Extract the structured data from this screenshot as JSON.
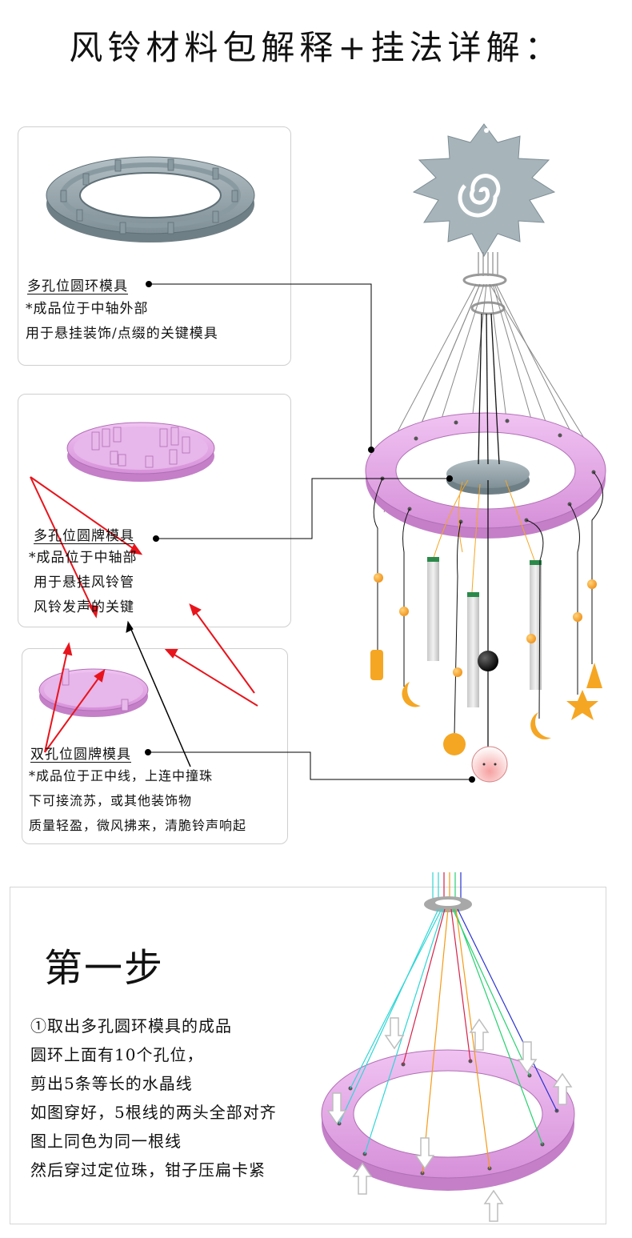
{
  "title": "风铃材料包解释+挂法详解：",
  "parts": [
    {
      "label": "多孔位圆环模具",
      "lines": [
        "*成品位于中轴外部",
        "用于悬挂装饰/点缀的关键模具"
      ]
    },
    {
      "label": "多孔位圆牌模具",
      "lines": [
        "*成品位于中轴部",
        "用于悬挂风铃管",
        "风铃发声的关键"
      ]
    },
    {
      "label": "双孔位圆牌模具",
      "lines": [
        "*成品位于正中线，上连中撞珠",
        "下可接流苏，或其他装饰物",
        "质量轻盈，微风拂来，清脆铃声响起"
      ]
    }
  ],
  "step": {
    "title": "第一步",
    "lines": [
      "①取出多孔圆环模具的成品",
      "圆环上面有10个孔位，",
      "剪出5条等长的水晶线",
      "如图穿好，5根线的两头全部对齐",
      "图上同色为同一根线",
      "然后穿过定位珠，钳子压扁卡紧"
    ]
  },
  "colors": {
    "ring_pink": "#e3a6e6",
    "disc_slate": "#9aa8ae",
    "ornament_orange": "#f5a623",
    "arrow_red": "#e8141c",
    "thread_colors": [
      "#2fd6d6",
      "#f59a17",
      "#d6224a",
      "#27d16f",
      "#2731d1"
    ]
  }
}
